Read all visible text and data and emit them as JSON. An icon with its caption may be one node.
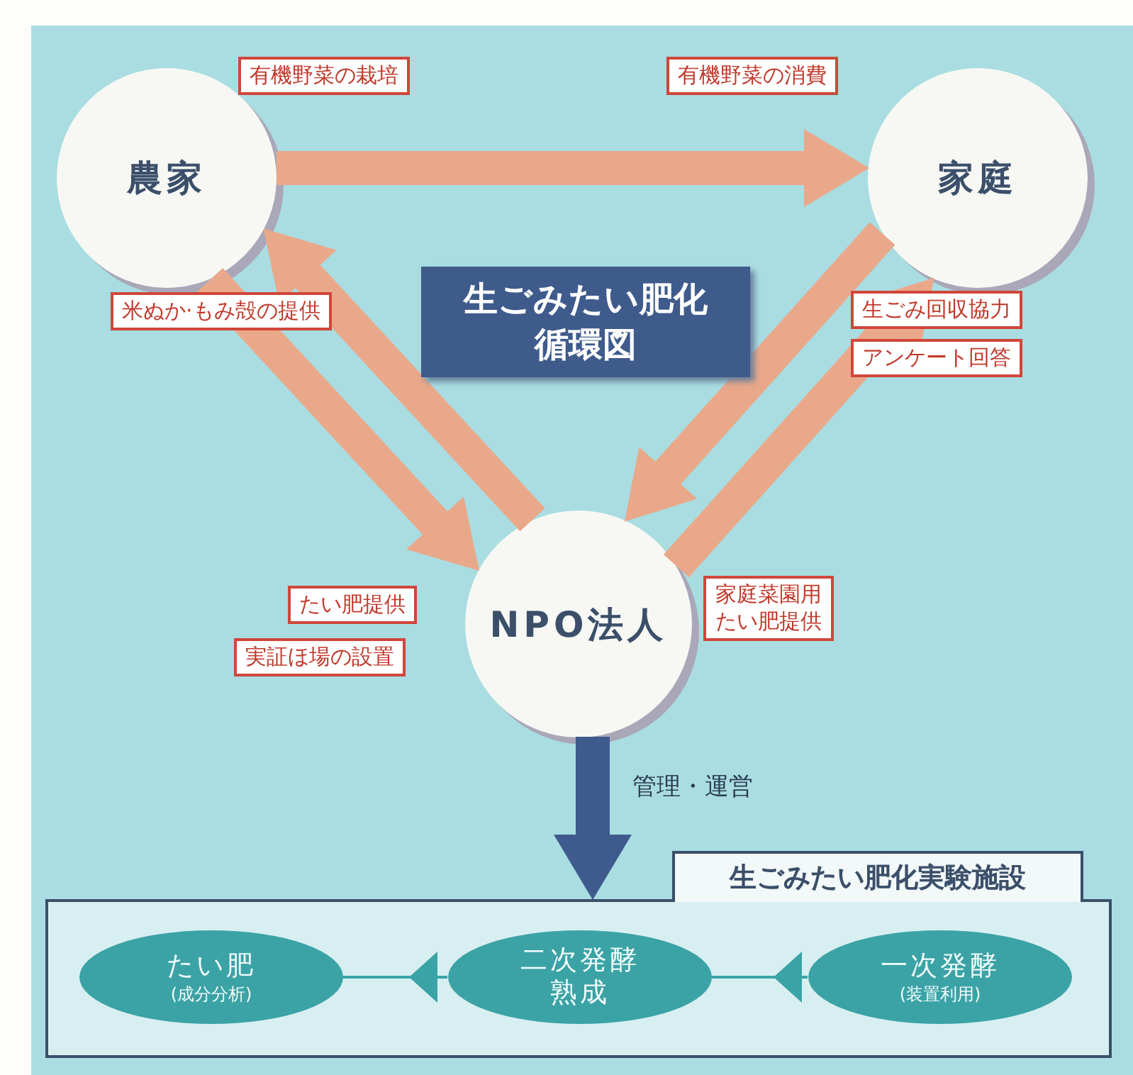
{
  "diagram": {
    "title": "生ごみたい肥化循環図",
    "nodes": [
      {
        "text": [
          "農家"
        ]
      },
      {
        "text": [
          "家庭"
        ]
      },
      {
        "text": [
          "NPO法人"
        ]
      },
      {
        "text": [
          "生ごみたい肥化実験施設"
        ]
      },
      {
        "text": [
          "たい肥",
          "(成分分析)"
        ],
        "in": 3
      },
      {
        "text": [
          "二次発酵熟成"
        ],
        "in": 3
      },
      {
        "text": [
          "一次発酵",
          "(装置利用)"
        ],
        "in": 3
      }
    ],
    "edges": [
      {
        "from": 0,
        "to": 1,
        "arrow": "to"
      },
      {
        "from": 0,
        "to": 2,
        "arrow": "to"
      },
      {
        "from": 2,
        "to": 0,
        "arrow": "to"
      },
      {
        "from": 1,
        "to": 2,
        "arrow": "to"
      },
      {
        "from": 2,
        "to": 1,
        "arrow": "to"
      },
      {
        "from": 2,
        "to": 3,
        "arrow": "to",
        "label": "管理・運営",
        "color": "#3f5a8c"
      },
      {
        "from": 6,
        "to": 5,
        "arrow": "to",
        "color": "#3aa3a6"
      },
      {
        "from": 5,
        "to": 4,
        "arrow": "to",
        "color": "#3aa3a6"
      }
    ],
    "labels": [
      "有機野菜の栽培",
      "有機野菜の消費",
      "米ぬか·もみ殻の提供",
      "生ごみ回収協力",
      "アンケート回答",
      "たい肥提供",
      "実証ほ場の設置",
      "家庭菜園用たい肥提供"
    ]
  }
}
